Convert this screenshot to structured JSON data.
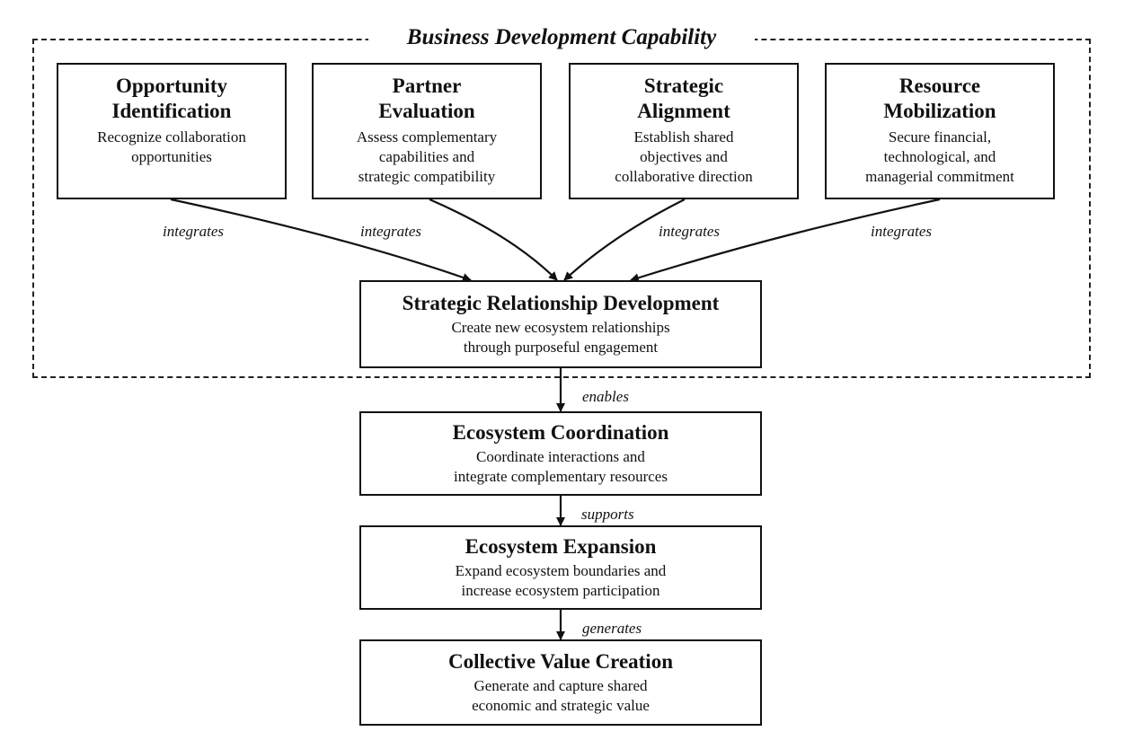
{
  "frame": {
    "title": "Business Development Capability"
  },
  "capabilities": [
    {
      "title_line1": "Opportunity",
      "title_line2": "Identification",
      "desc": [
        "Recognize collaboration",
        "opportunities"
      ]
    },
    {
      "title_line1": "Partner",
      "title_line2": "Evaluation",
      "desc": [
        "Assess complementary",
        "capabilities and",
        "strategic compatibility"
      ]
    },
    {
      "title_line1": "Strategic",
      "title_line2": "Alignment",
      "desc": [
        "Establish shared",
        "objectives and",
        "collaborative direction"
      ]
    },
    {
      "title_line1": "Resource",
      "title_line2": "Mobilization",
      "desc": [
        "Secure financial,",
        "technological, and",
        "managerial commitment"
      ]
    }
  ],
  "integrates_label": "integrates",
  "relationship": {
    "title": "Strategic Relationship Development",
    "desc": [
      "Create new ecosystem relationships",
      "through purposeful engagement"
    ]
  },
  "coordination": {
    "title": "Ecosystem Coordination",
    "desc": [
      "Coordinate interactions and",
      "integrate complementary resources"
    ]
  },
  "expansion": {
    "title": "Ecosystem Expansion",
    "desc": [
      "Expand ecosystem boundaries and",
      "increase ecosystem participation"
    ]
  },
  "value": {
    "title": "Collective Value Creation",
    "desc": [
      "Generate and capture shared",
      "economic and strategic value"
    ]
  },
  "flow_labels": {
    "enables": "enables",
    "supports": "supports",
    "generates": "generates"
  }
}
